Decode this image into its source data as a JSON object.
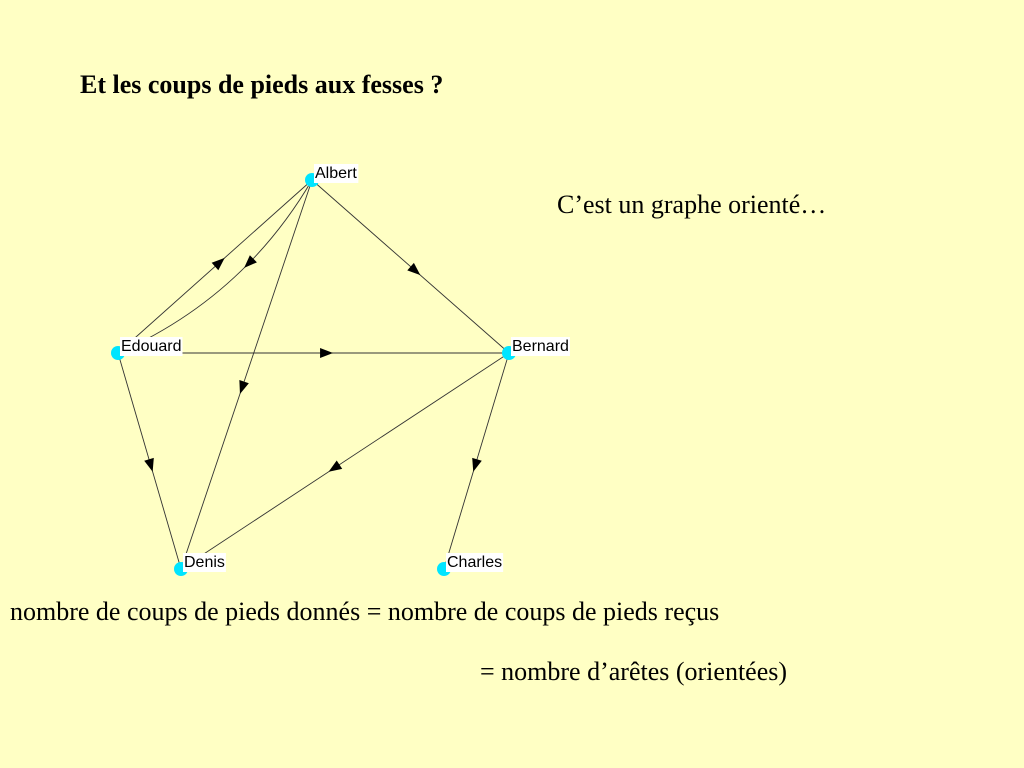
{
  "title": "Et les coups de pieds aux fesses ?",
  "note": "C’est un graphe orienté…",
  "equation_line1": "nombre de coups de pieds donnés = nombre de coups de pieds reçus",
  "equation_line2": "= nombre d’arêtes (orientées)",
  "colors": {
    "background": "#ffffc4",
    "node": "#00e5ff"
  },
  "graph": {
    "nodes": [
      {
        "id": "albert",
        "label": "Albert"
      },
      {
        "id": "bernard",
        "label": "Bernard"
      },
      {
        "id": "charles",
        "label": "Charles"
      },
      {
        "id": "denis",
        "label": "Denis"
      },
      {
        "id": "edouard",
        "label": "Edouard"
      }
    ],
    "edges": [
      {
        "from": "albert",
        "to": "edouard",
        "curved": true
      },
      {
        "from": "edouard",
        "to": "albert",
        "curved": false
      },
      {
        "from": "albert",
        "to": "bernard",
        "curved": false
      },
      {
        "from": "albert",
        "to": "denis",
        "curved": false
      },
      {
        "from": "edouard",
        "to": "bernard",
        "curved": false
      },
      {
        "from": "edouard",
        "to": "denis",
        "curved": false
      },
      {
        "from": "bernard",
        "to": "denis",
        "curved": false
      },
      {
        "from": "bernard",
        "to": "charles",
        "curved": false
      }
    ]
  }
}
